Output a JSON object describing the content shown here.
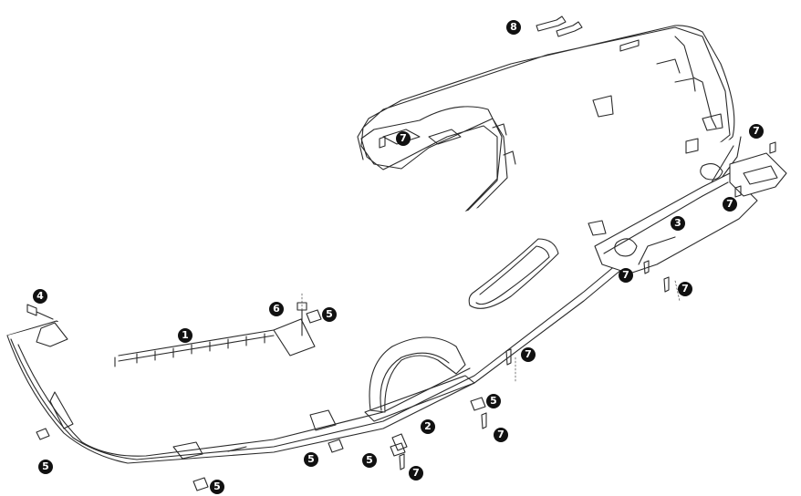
{
  "colors": {
    "line": "#2a2a2a",
    "fill": "#ffffff",
    "shade": "#e8e8e8",
    "callout_bg": "#111111",
    "callout_text": "#ffffff"
  },
  "callouts": [
    {
      "id": "c8",
      "label": "8"
    },
    {
      "id": "c7a",
      "label": "7"
    },
    {
      "id": "c7b",
      "label": "7"
    },
    {
      "id": "c7c",
      "label": "7"
    },
    {
      "id": "c3",
      "label": "3"
    },
    {
      "id": "c7d",
      "label": "7"
    },
    {
      "id": "c7e",
      "label": "7"
    },
    {
      "id": "c4",
      "label": "4"
    },
    {
      "id": "c6",
      "label": "6"
    },
    {
      "id": "c5a",
      "label": "5"
    },
    {
      "id": "c1",
      "label": "1"
    },
    {
      "id": "c7f",
      "label": "7"
    },
    {
      "id": "c5b",
      "label": "5"
    },
    {
      "id": "c2",
      "label": "2"
    },
    {
      "id": "c7g",
      "label": "7"
    },
    {
      "id": "c5c",
      "label": "5"
    },
    {
      "id": "c5d",
      "label": "5"
    },
    {
      "id": "c5e",
      "label": "5"
    },
    {
      "id": "c7h",
      "label": "7"
    },
    {
      "id": "c5f",
      "label": "5"
    }
  ]
}
